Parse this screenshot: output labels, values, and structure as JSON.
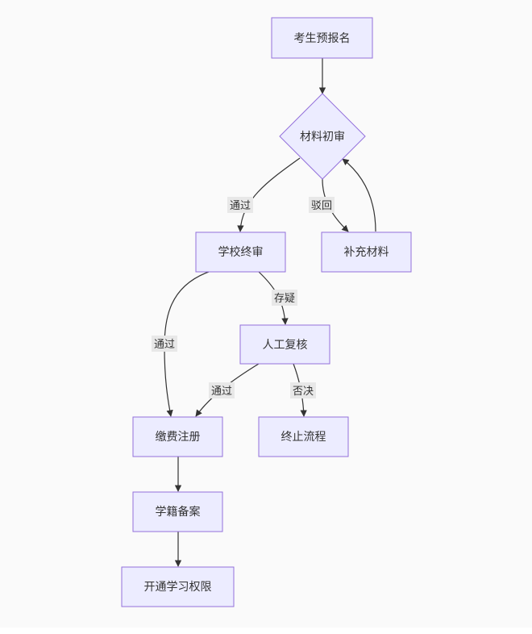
{
  "nodes": {
    "pre_register": "考生预报名",
    "material_review": "材料初审",
    "school_final_review": "学校终审",
    "supplement_material": "补充材料",
    "manual_review": "人工复核",
    "pay_register": "缴费注册",
    "terminate": "终止流程",
    "enrollment_record": "学籍备案",
    "open_access": "开通学习权限"
  },
  "edges": {
    "review_pass": "通过",
    "review_reject": "驳回",
    "final_pass": "通过",
    "final_doubt": "存疑",
    "manual_pass": "通过",
    "manual_deny": "否决"
  },
  "colors": {
    "node_fill": "#ececff",
    "node_stroke": "#9370db",
    "edge": "#333333",
    "label_bg": "#e8e8e8",
    "background": "#fafafa"
  }
}
